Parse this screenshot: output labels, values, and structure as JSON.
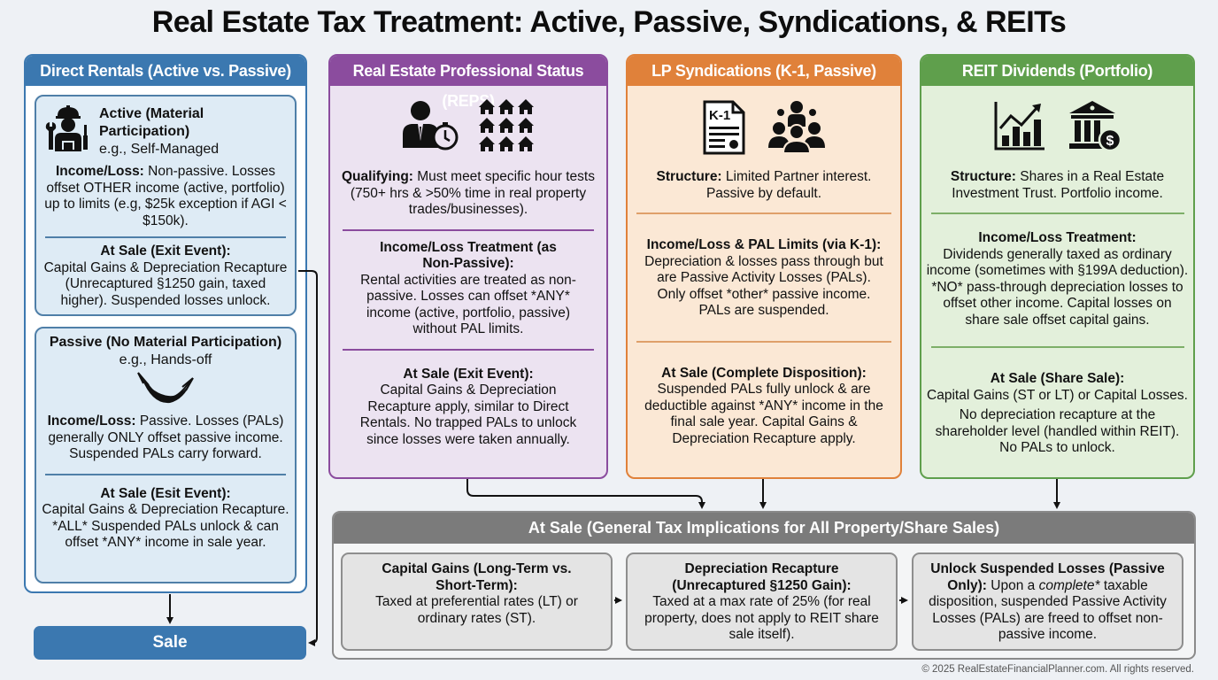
{
  "title": "Real Estate Tax Treatment: Active, Passive, Syndications, & REITs",
  "colors": {
    "direct_rentals": "#3b78b0",
    "reps": "#8b4c9e",
    "lp_syndications": "#e0813a",
    "reit": "#5f9f4c",
    "general": "#7b7b7b"
  },
  "direct_rentals": {
    "header": "Direct Rentals (Active vs. Passive)",
    "active": {
      "icon": "construction-worker-icon",
      "title": "Active (Material Participation)",
      "example": "e.g., Self-Managed",
      "income_label": "Income/Loss:",
      "income_text": " Non-passive. Losses offset OTHER income (active, portfolio) up to limits (e.g, $25k exception if AGI < $150k).",
      "sale_label": "At Sale (Exit Event):",
      "sale_text": "Capital Gains & Depreciation Recapture (Unrecaptured §1250 gain, taxed higher). Suspended losses unlock."
    },
    "passive": {
      "icon": "hammock-icon",
      "title": "Passive (No Material Participation)",
      "example": "e.g., Hands-off",
      "income_label": "Income/Loss:",
      "income_text": " Passive. Losses (PALs) generally ONLY offset passive income. Suspended PALs carry forward.",
      "sale_label": "At Sale (Esit Event):",
      "sale_text": "Capital Gains & Depreciation Recapture. *ALL* Suspended PALs unlock & can offset *ANY* income in sale year."
    },
    "sale_label": "Sale"
  },
  "reps": {
    "header": "Real Estate Professional Status (REPS)",
    "icons": [
      "businessman-stopwatch-icon",
      "houses-grid-icon"
    ],
    "qualifying_label": "Qualifying:",
    "qualifying_text": " Must meet specific hour tests (750+ hrs & >50% time in real property trades/businesses).",
    "income_label": "Income/Loss Treatment (as Non-Passive):",
    "income_text": "Rental activities are treated as non-passive. Losses can offset *ANY* income (active, portfolio, passive) without PAL limits.",
    "sale_label": "At Sale (Exit Event):",
    "sale_text": "Capital Gains & Depreciation Recapture apply, similar to Direct Rentals. No trapped PALs to unlock since losses were taken annually."
  },
  "lp_syndications": {
    "header": "LP Syndications (K-1, Passive)",
    "icons": [
      "k1-document-icon",
      "investor-group-icon"
    ],
    "k1_label": "K-1",
    "structure_label": "Structure:",
    "structure_text": " Limited Partner interest. Passive by default.",
    "income_label": "Income/Loss & PAL Limits (via K-1):",
    "income_text": "Depreciation & losses pass through but are Passive Activity Losses (PALs). Only offset *other* passive income. PALs are suspended.",
    "sale_label": "At Sale (Complete Disposition):",
    "sale_text": "Suspended PALs fully unlock & are deductible against *ANY* income in the final sale year. Capital Gains & Depreciation Recapture apply."
  },
  "reit": {
    "header": "REIT Dividends (Portfolio)",
    "icons": [
      "growth-chart-icon",
      "bank-dollar-icon"
    ],
    "structure_label": "Structure:",
    "structure_text": " Shares in a Real Estate Investment Trust. Portfolio income.",
    "income_label": "Income/Loss Treatment:",
    "income_text": "Dividends generally taxed as ordinary income (sometimes with §199A deduction). *NO* pass-through depreciation losses to offset other income. Capital losses on share sale offset capital gains.",
    "sale_label": "At Sale (Share Sale):",
    "sale_text_1": "Capital Gains (ST or LT) or Capital Losses.",
    "sale_text_2": "No depreciation recapture at the shareholder level (handled within REIT). No PALs to unlock."
  },
  "general": {
    "header": "At Sale (General Tax Implications for All Property/Share Sales)",
    "boxes": [
      {
        "label": "Capital Gains (Long-Term vs. Short-Term):",
        "text": "Taxed at preferential rates (LT) or ordinary rates (ST)."
      },
      {
        "label": "Depreciation Recapture (Unrecaptured §1250 Gain):",
        "text": "Taxed at a max rate of 25% (for real property, does not apply to REIT share sale itself)."
      },
      {
        "label": "Unlock Suspended Losses (Passive Only):",
        "text_pre": " Upon a ",
        "text_em": "complete*",
        "text_post": " taxable disposition, suspended Passive Activity Losses (PALs) are freed to offset non-passive income."
      }
    ]
  },
  "footer": "© 2025 RealEstateFinancialPlanner.com. All rights reserved."
}
